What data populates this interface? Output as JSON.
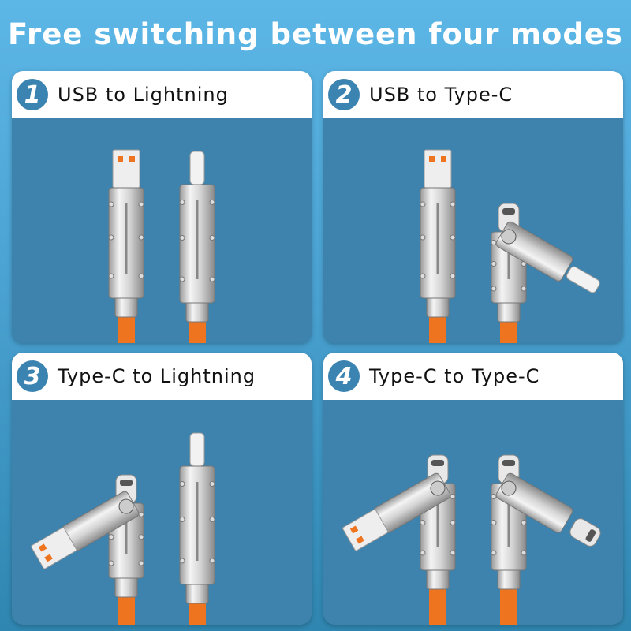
{
  "title": "Free switching between four modes",
  "colors": {
    "cable": "#ee7420",
    "panel": "#3d83ad",
    "badge": "#3b83b0"
  },
  "modes": [
    {
      "number": "1",
      "label": "USB to Lightning"
    },
    {
      "number": "2",
      "label": "USB to Type-C"
    },
    {
      "number": "3",
      "label": "Type-C to Lightning"
    },
    {
      "number": "4",
      "label": "Type-C to Type-C"
    }
  ]
}
